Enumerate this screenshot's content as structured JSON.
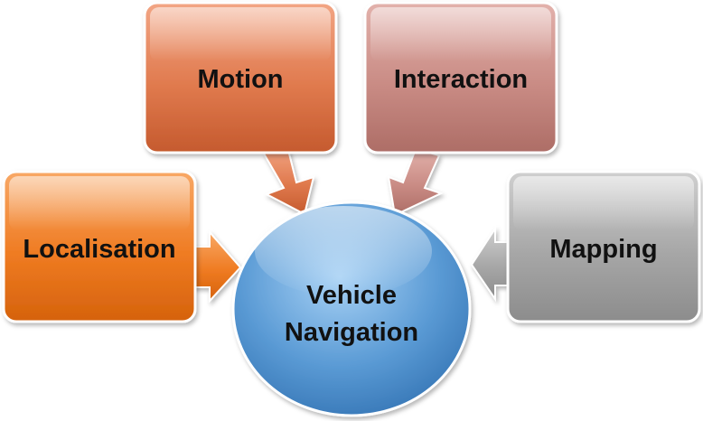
{
  "diagram": {
    "center": {
      "line1": "Vehicle",
      "line2": "Navigation",
      "color": "#5b9bd5"
    },
    "boxes": {
      "motion": {
        "label": "Motion",
        "color": "#e07a4e"
      },
      "interaction": {
        "label": "Interaction",
        "color": "#c98b84"
      },
      "localisation": {
        "label": "Localisation",
        "color": "#ef7b22"
      },
      "mapping": {
        "label": "Mapping",
        "color": "#a6a6a6"
      }
    }
  }
}
